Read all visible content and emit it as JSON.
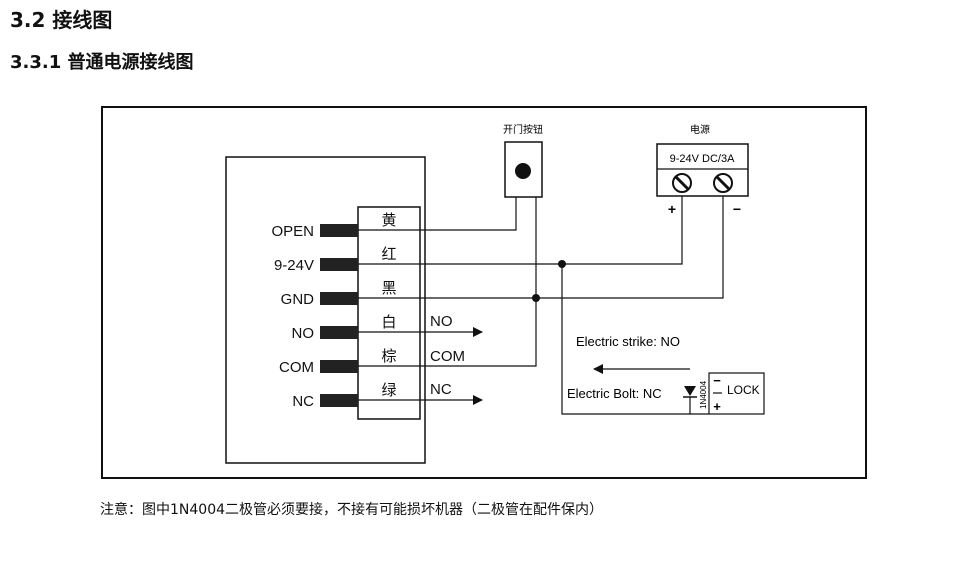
{
  "headings": {
    "section": "3.2 接线图",
    "subsection": "3.3.1 普通电源接线图"
  },
  "diagram": {
    "button_label": "开门按钮",
    "power_label": "电源",
    "power_spec": "9-24V DC/3A",
    "plus": "+",
    "minus": "−",
    "pins": [
      {
        "name": "OPEN",
        "wire": "黄"
      },
      {
        "name": "9-24V",
        "wire": "红"
      },
      {
        "name": "GND",
        "wire": "黑"
      },
      {
        "name": "NO",
        "wire": "白"
      },
      {
        "name": "COM",
        "wire": "棕"
      },
      {
        "name": "NC",
        "wire": "绿"
      }
    ],
    "out_no": "NO",
    "out_com": "COM",
    "out_nc": "NC",
    "strike_label": "Electric strike: NO",
    "bolt_label": "Electric Bolt: NC",
    "diode_label": "1N4004",
    "lock_label": "LOCK",
    "lock_minus": "−",
    "lock_plus": "+"
  },
  "note": "注意：图中1N4004二极管必须要接，不接有可能损坏机器（二极管在配件保内）"
}
